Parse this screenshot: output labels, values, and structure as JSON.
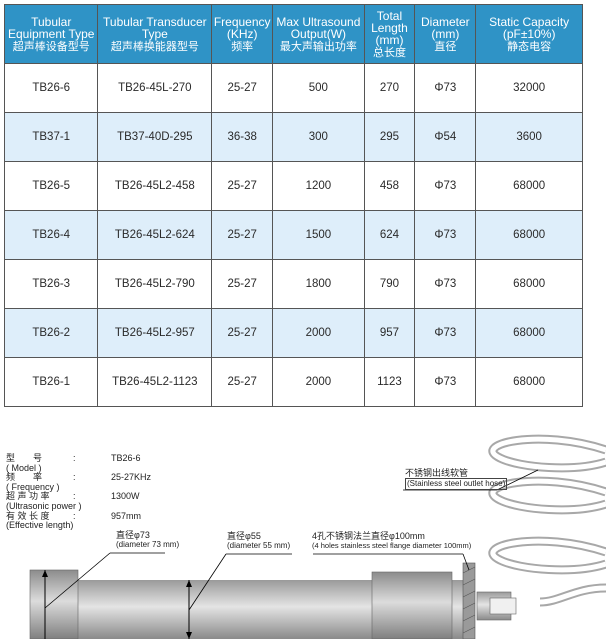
{
  "table": {
    "headers": [
      {
        "en": "Tubular Equipment Type",
        "zh": "超声棒设备型号"
      },
      {
        "en": "Tubular Transducer Type",
        "zh": "超声棒换能器型号"
      },
      {
        "en": "Frequency (KHz)",
        "zh": "频率"
      },
      {
        "en": "Max Ultrasound Output(W)",
        "zh": "最大声输出功率"
      },
      {
        "en": "Total Length (mm)",
        "zh": "总长度"
      },
      {
        "en": "Diameter (mm)",
        "zh": "直径"
      },
      {
        "en": "Static Capacity (pF±10%)",
        "zh": "静态电容"
      }
    ],
    "rows": [
      [
        "TB26-6",
        "TB26-45L-270",
        "25-27",
        "500",
        "270",
        "Φ73",
        "32000"
      ],
      [
        "TB37-1",
        "TB37-40D-295",
        "36-38",
        "300",
        "295",
        "Φ54",
        "3600"
      ],
      [
        "TB26-5",
        "TB26-45L2-458",
        "25-27",
        "1200",
        "458",
        "Φ73",
        "68000"
      ],
      [
        "TB26-4",
        "TB26-45L2-624",
        "25-27",
        "1500",
        "624",
        "Φ73",
        "68000"
      ],
      [
        "TB26-3",
        "TB26-45L2-790",
        "25-27",
        "1800",
        "790",
        "Φ73",
        "68000"
      ],
      [
        "TB26-2",
        "TB26-45L2-957",
        "25-27",
        "2000",
        "957",
        "Φ73",
        "68000"
      ],
      [
        "TB26-1",
        "TB26-45L2-1123",
        "25-27",
        "2000",
        "1123",
        "Φ73",
        "68000"
      ]
    ]
  },
  "model_info": {
    "model_zh": "型　　号",
    "model_en": "( Model )",
    "model_value": "TB26-6",
    "freq_zh": "频　　率",
    "freq_en": "( Frequency )",
    "freq_value": "25-27KHz",
    "power_zh": "超 声 功 率",
    "power_en": "(Ultrasonic power )",
    "power_value": "1300W",
    "length_zh": "有 效 长 度",
    "length_en": "(Effective length)",
    "length_value": "957mm",
    "colon": ":"
  },
  "callouts": {
    "diam73_zh": "直径φ73",
    "diam73_en": "(diameter 73 mm)",
    "diam55_zh": "直径φ55",
    "diam55_en": "(diameter 55 mm)",
    "flange_zh": "4孔不锈钢法兰直径φ100mm",
    "flange_en": "(4 holes stainless steel flange diameter 100mm)",
    "hose_zh": "不锈钢出线软管",
    "hose_en": "(Stainless steel outlet hose)"
  }
}
